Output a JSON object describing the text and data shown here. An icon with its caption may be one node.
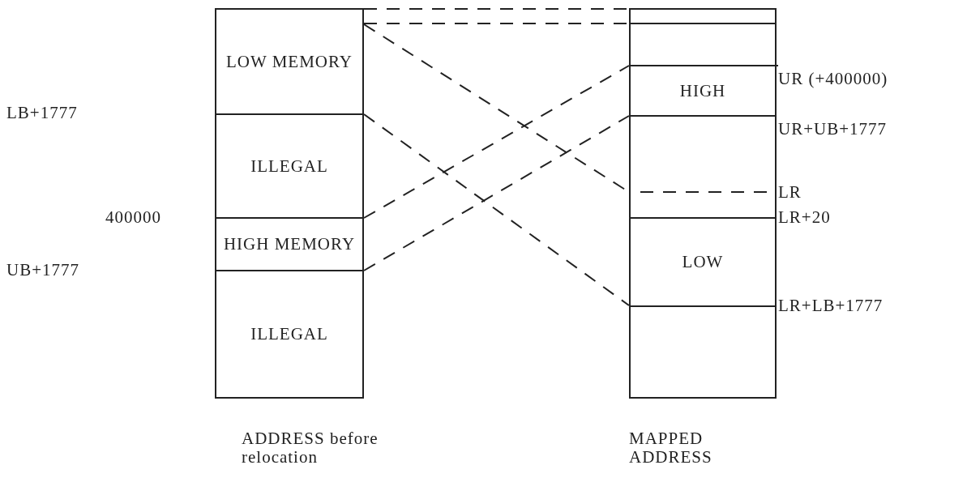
{
  "diagram": {
    "nodes": [
      {
        "text": [
          "LOW MEMORY"
        ]
      },
      {
        "text": [
          "ILLEGAL"
        ]
      },
      {
        "text": [
          "HIGH MEMORY"
        ]
      },
      {
        "text": [
          "ILLEGAL"
        ]
      },
      {
        "text": [],
        "shape": "box"
      },
      {
        "text": [],
        "shape": "box"
      },
      {
        "text": [
          "HIGH"
        ]
      },
      {
        "text": [],
        "shape": "box"
      },
      {
        "text": [
          "LOW"
        ]
      },
      {
        "text": [],
        "shape": "box"
      }
    ],
    "edges": [
      {
        "from": 0,
        "to": 4,
        "arrow": "none",
        "style": "dashed"
      },
      {
        "from": 0,
        "to": 5,
        "arrow": "none",
        "style": "dashed"
      },
      {
        "from": 0,
        "to": 7,
        "arrow": "none",
        "style": "dashed"
      },
      {
        "from": 1,
        "to": 8,
        "arrow": "none",
        "style": "dashed"
      },
      {
        "from": 2,
        "to": 6,
        "arrow": "none",
        "style": "dashed"
      },
      {
        "from": 2,
        "to": 6,
        "arrow": "none",
        "style": "dashed"
      }
    ],
    "labels": [
      "LB+1777",
      "UR (+400000)",
      "UR+UB+1777",
      "LR",
      "400000",
      "LR+20",
      "UB+1777",
      "LR+LB+1777",
      "ADDRESS before relocation",
      "MAPPED ADDRESS"
    ]
  }
}
